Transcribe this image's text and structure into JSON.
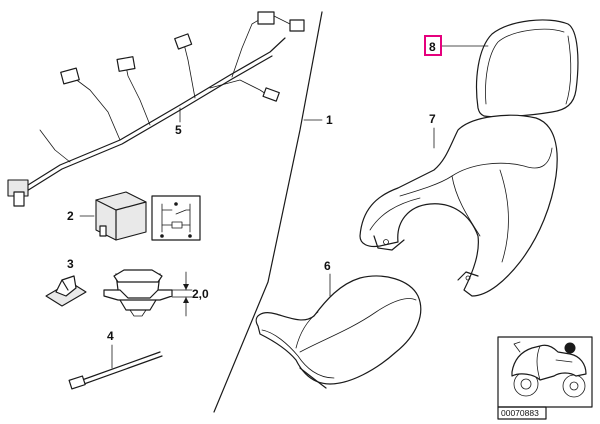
{
  "callouts": {
    "p1": "1",
    "p2": "2",
    "p3": "3",
    "p4": "4",
    "p5": "5",
    "p6": "6",
    "p7": "7",
    "p8": "8"
  },
  "dimension": "2,0",
  "stock_number": "00070883",
  "colors": {
    "highlight": "#e5007d",
    "line": "#1a1a1a",
    "background": "#ffffff"
  }
}
